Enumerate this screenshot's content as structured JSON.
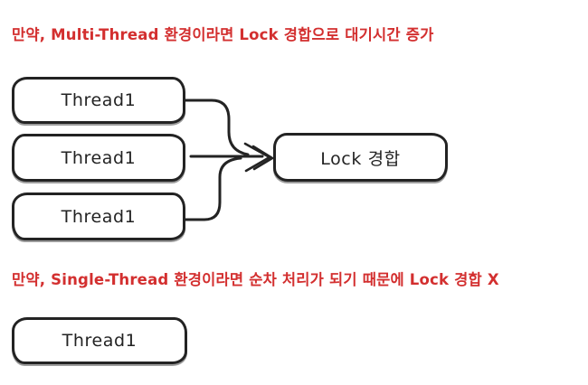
{
  "canvas": {
    "background": "#ffffff"
  },
  "colors": {
    "annotation": "#d32f2f",
    "stroke": "#232323",
    "box_fill": "#ffffff"
  },
  "notes": {
    "multi_thread": "만약, Multi-Thread 환경이라면 Lock 경합으로 대기시간 증가",
    "single_thread": "만약, Single-Thread 환경이라면 순차 처리가 되기 때문에 Lock 경합 X"
  },
  "multi_thread_section": {
    "thread_boxes": [
      {
        "label": "Thread1"
      },
      {
        "label": "Thread1"
      },
      {
        "label": "Thread1"
      }
    ],
    "lock_box": {
      "label": "Lock 경합"
    },
    "arrow": "merge-arrow"
  },
  "single_thread_section": {
    "thread_box": {
      "label": "Thread1"
    }
  }
}
